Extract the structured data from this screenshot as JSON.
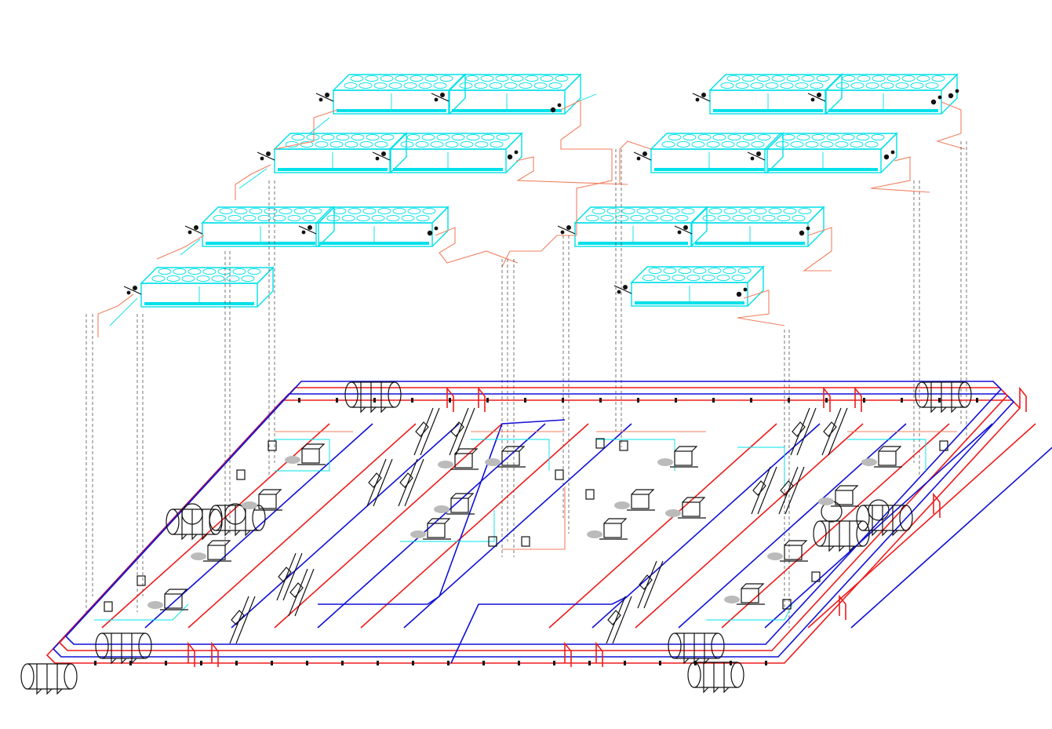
{
  "diagram": {
    "type": "isometric-piping-schematic",
    "colors": {
      "background": "#ffffff",
      "cooling_tower_outline": "#00e0e8",
      "supply_pipe": "#ee1b1b",
      "return_pipe": "#1010d8",
      "condenser_pipe": "#f08060",
      "riser": "#555555",
      "equipment": "#111111"
    },
    "cooling_tower_rows": [
      {
        "side": "left",
        "level": 1,
        "units": 2
      },
      {
        "side": "left",
        "level": 2,
        "units": 2
      },
      {
        "side": "left",
        "level": 3,
        "units": 2
      },
      {
        "side": "left",
        "level": 4,
        "units": 1
      },
      {
        "side": "right",
        "level": 1,
        "units": 2
      },
      {
        "side": "right",
        "level": 2,
        "units": 2
      },
      {
        "side": "right",
        "level": 3,
        "units": 2
      },
      {
        "side": "right",
        "level": 4,
        "units": 1
      }
    ],
    "plant_floor": {
      "tanks": 6,
      "pumps": 24,
      "heat_exchangers": 10
    }
  }
}
